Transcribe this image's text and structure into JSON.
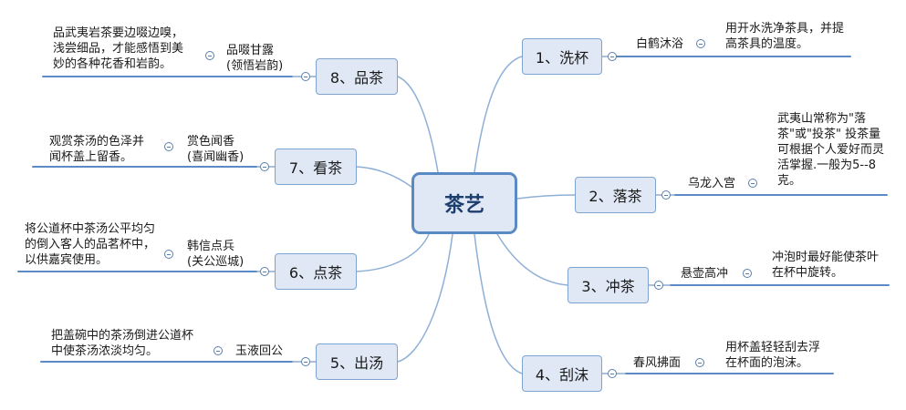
{
  "center": {
    "label": "茶艺"
  },
  "steps": [
    {
      "label": "1、洗杯",
      "name": "白鹤沐浴",
      "desc": "用开水洗净茶具，并提高茶具的温度。"
    },
    {
      "label": "2、落茶",
      "name": "乌龙入宫",
      "desc": "武夷山常称为\"落茶\"或\"投茶\" 投茶量可根据个人爱好而灵活掌握.一般为5--8克。"
    },
    {
      "label": "3、冲茶",
      "name": "悬壶高冲",
      "desc": "冲泡时最好能使茶叶在杯中旋转。"
    },
    {
      "label": "4、刮沫",
      "name": "春风拂面",
      "desc": "用杯盖轻轻刮去浮在杯面的泡沫。"
    },
    {
      "label": "5、出汤",
      "name": "玉液回公",
      "desc": "把盖碗中的茶汤倒进公道杯中使茶汤浓淡均匀。"
    },
    {
      "label": "6、点茶",
      "name": "韩信点兵\n(关公巡城)",
      "desc": "将公道杯中茶汤公平均匀的倒入客人的品茗杯中，以供嘉宾使用。"
    },
    {
      "label": "7、看茶",
      "name": "赏色闻香\n(喜闻幽香)",
      "desc": "观赏茶汤的色泽并闻杯盖上留香。"
    },
    {
      "label": "8、品茶",
      "name": "品啜甘露\n(领悟岩韵)",
      "desc": "品武夷岩茶要边啜边嗅，浅尝细品，才能感悟到美妙的各种花香和岩韵。"
    }
  ]
}
